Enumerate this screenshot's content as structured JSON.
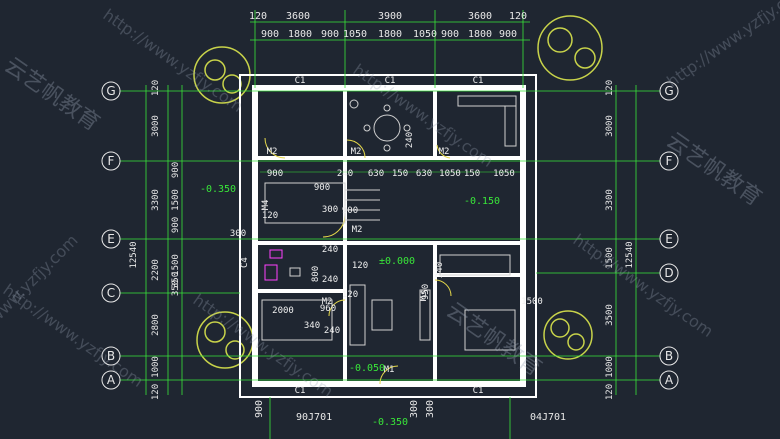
{
  "dims_top_outer": [
    "120",
    "3600",
    "3900",
    "3600",
    "120"
  ],
  "dims_top_inner": [
    "900",
    "1800",
    "900",
    "1050",
    "1800",
    "1050",
    "900",
    "1800",
    "900"
  ],
  "grid_left": [
    "G",
    "F",
    "E",
    "C",
    "B",
    "A"
  ],
  "grid_right": [
    "G",
    "F",
    "E",
    "D",
    "B",
    "A"
  ],
  "dims_left_outer": [
    "120",
    "3000",
    "3300",
    "12540",
    "2200",
    "2800",
    "1000",
    "120"
  ],
  "dims_left_inner": [
    "900",
    "1500",
    "900",
    "1500",
    "350",
    "350"
  ],
  "dims_right": [
    "120",
    "3000",
    "3300",
    "12540",
    "1500",
    "3500",
    "1000",
    "120"
  ],
  "windows_top": [
    "C1",
    "C1",
    "C1"
  ],
  "windows_bottom": [
    "C1",
    "C1"
  ],
  "doors": [
    "M2",
    "M2",
    "M2",
    "M2",
    "M2",
    "M3",
    "M1",
    "M4"
  ],
  "c4_label": "C4",
  "row_dims": [
    "900",
    "240",
    "630",
    "150",
    "630",
    "1050",
    "150",
    "1050"
  ],
  "inner_dims": [
    "900",
    "240",
    "300",
    "120",
    "300",
    "900",
    "240",
    "120",
    "800",
    "240",
    "120",
    "960",
    "340",
    "240",
    "2000",
    "950",
    "240",
    "1500"
  ],
  "levels": [
    "-0.350",
    "-0.150",
    "±0.000",
    "-0.050",
    "-0.350"
  ],
  "bottom_labels": [
    "900",
    "300",
    "300",
    "04J701"
  ],
  "ref_left": "90J701",
  "watermark_cn": "云艺帆教育",
  "watermark_url": "http://www.yzfjy.com"
}
